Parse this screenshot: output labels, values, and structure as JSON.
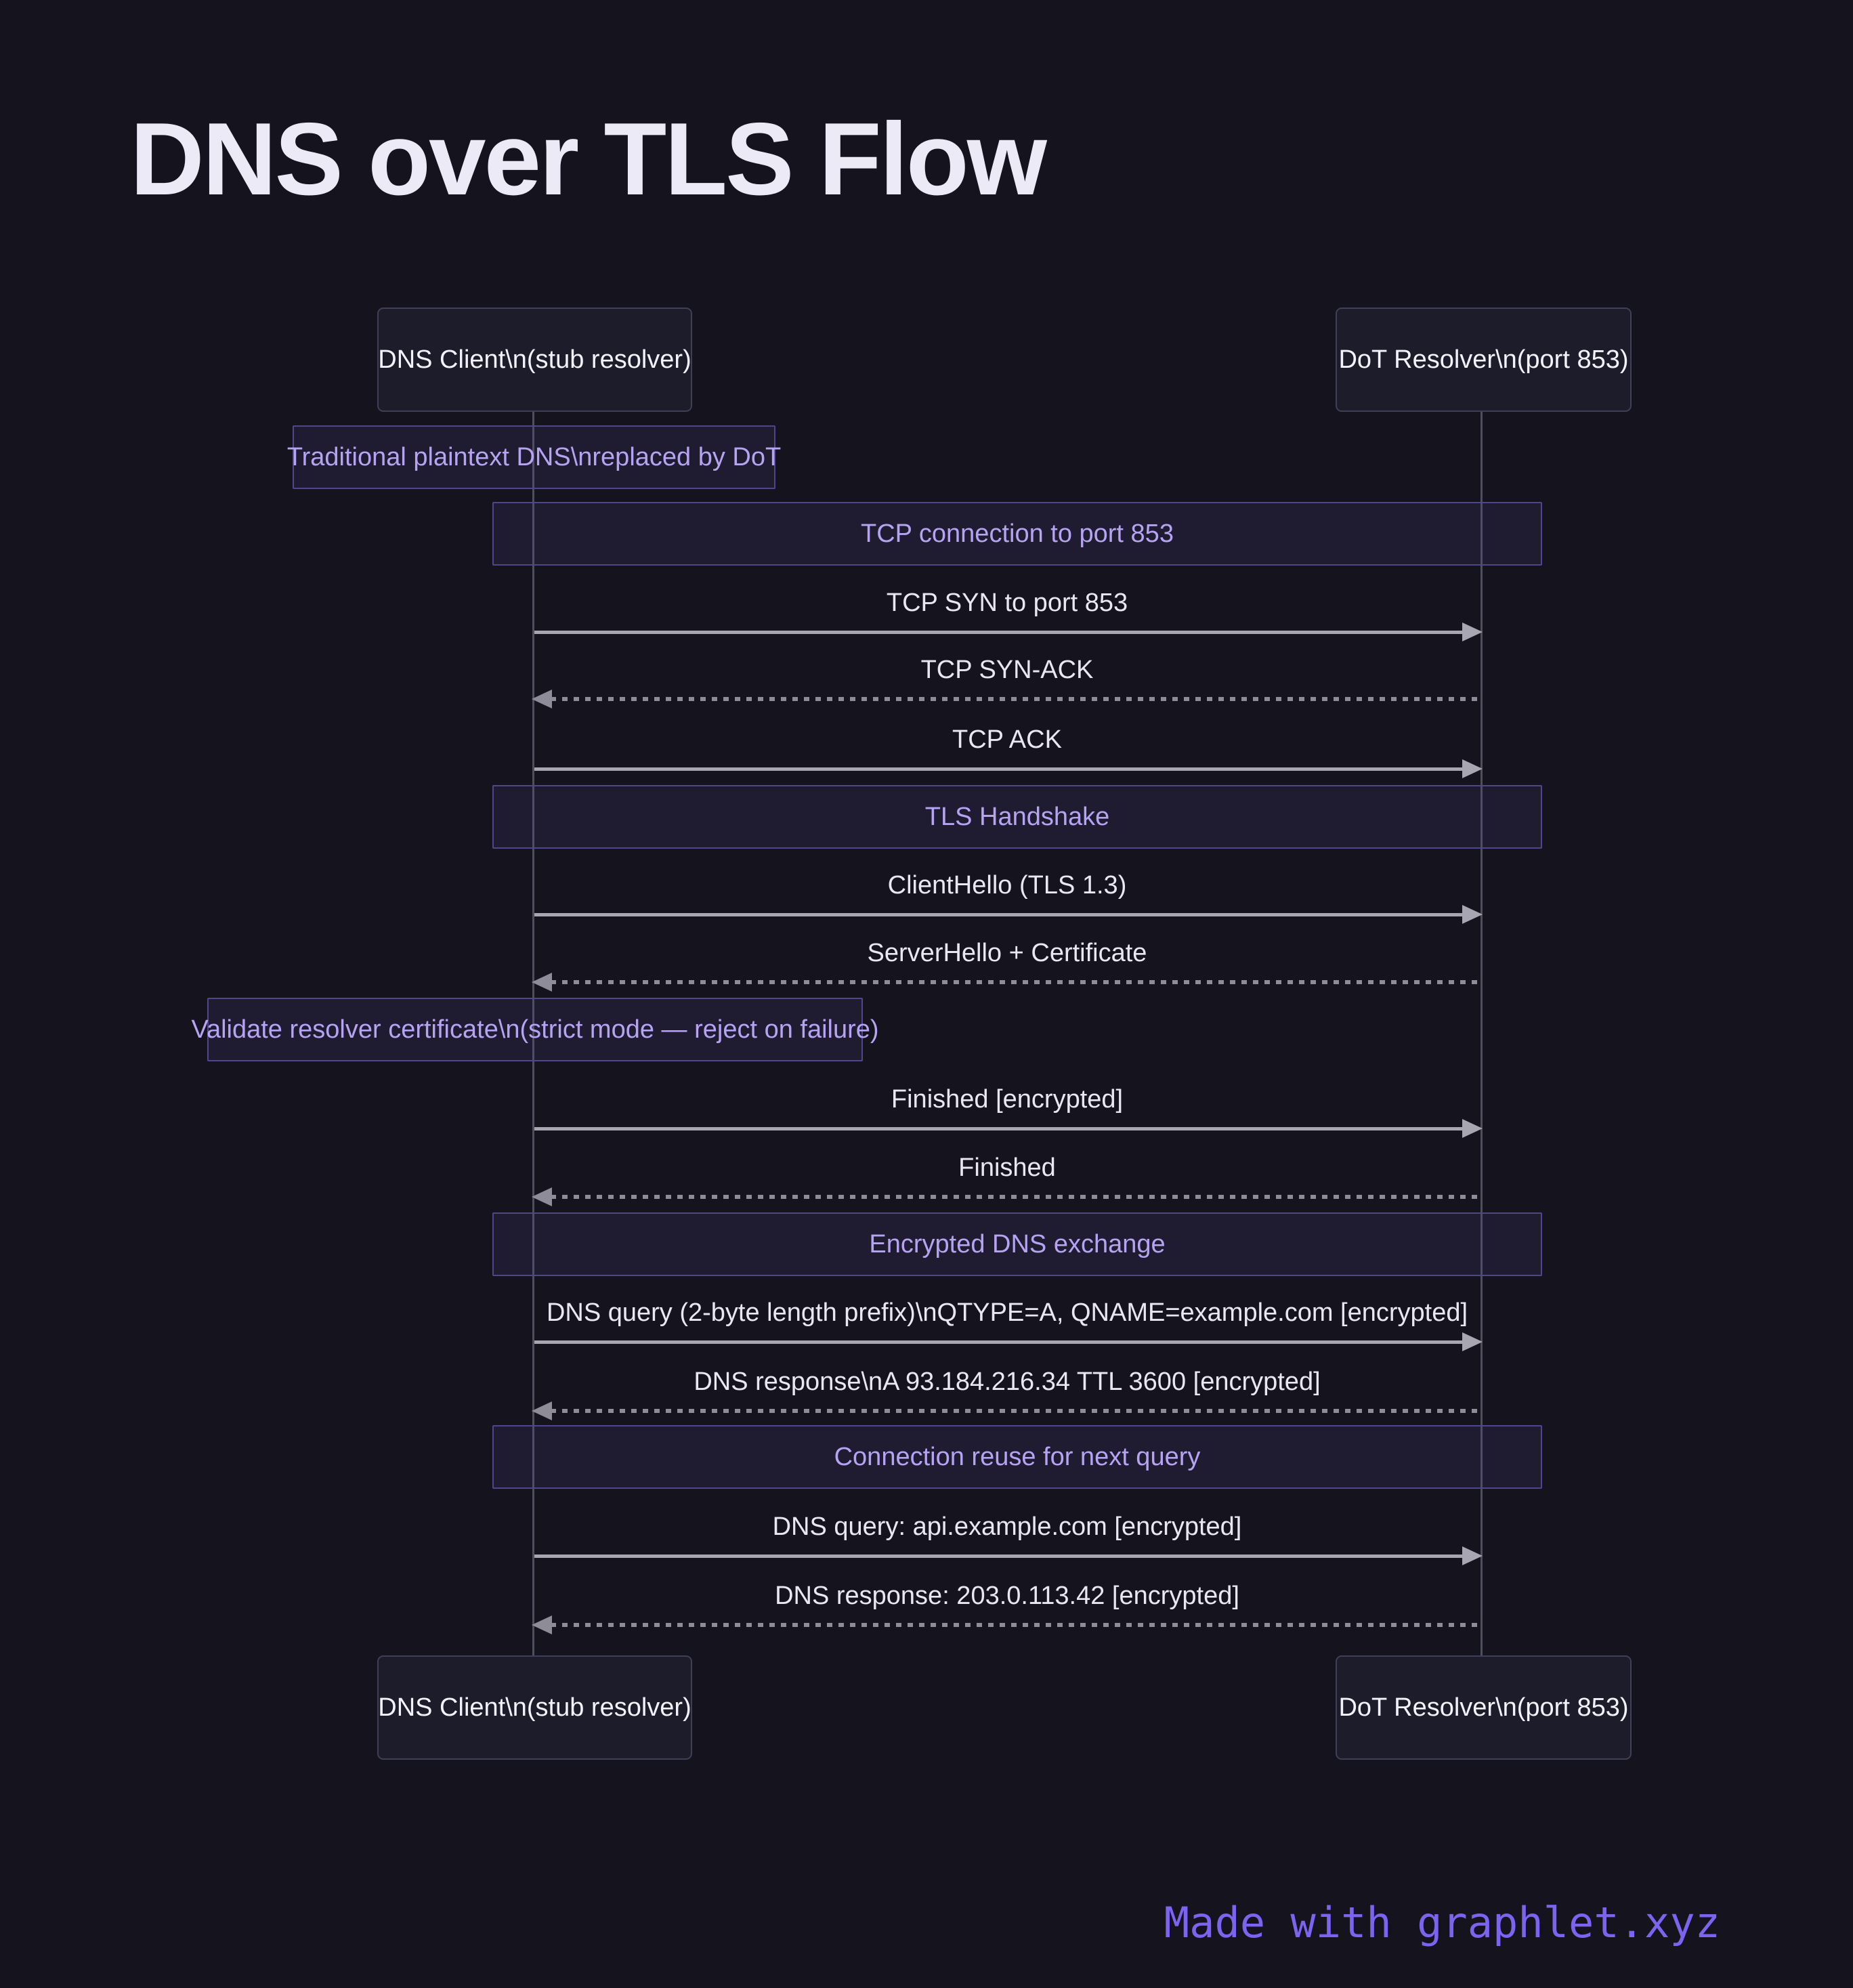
{
  "title": "DNS over TLS Flow",
  "actors": {
    "client": "DNS Client\\n(stub resolver)",
    "resolver": "DoT Resolver\\n(port 853)"
  },
  "notes": [
    {
      "label": "Traditional plaintext DNS\\nreplaced by DoT"
    },
    {
      "label": "Validate resolver certificate\\n(strict mode — reject on failure)"
    }
  ],
  "sections": [
    {
      "label": "TCP connection to port 853"
    },
    {
      "label": "TLS Handshake"
    },
    {
      "label": "Encrypted DNS exchange"
    },
    {
      "label": "Connection reuse for next query"
    }
  ],
  "messages": [
    {
      "label": "TCP SYN to port 853",
      "type": "solid-right"
    },
    {
      "label": "TCP SYN-ACK",
      "type": "dashed-left"
    },
    {
      "label": "TCP ACK",
      "type": "solid-right"
    },
    {
      "label": "ClientHello (TLS 1.3)",
      "type": "solid-right"
    },
    {
      "label": "ServerHello + Certificate",
      "type": "dashed-left"
    },
    {
      "label": "Finished [encrypted]",
      "type": "solid-right"
    },
    {
      "label": "Finished",
      "type": "dashed-left"
    },
    {
      "label": "DNS query (2-byte length prefix)\\nQTYPE=A, QNAME=example.com [encrypted]",
      "type": "solid-right"
    },
    {
      "label": "DNS response\\nA 93.184.216.34 TTL 3600 [encrypted]",
      "type": "dashed-left"
    },
    {
      "label": "DNS query: api.example.com [encrypted]",
      "type": "solid-right"
    },
    {
      "label": "DNS response: 203.0.113.42 [encrypted]",
      "type": "dashed-left"
    }
  ],
  "footer": "Made with graphlet.xyz",
  "colors": {
    "background": "#14131e",
    "title_text": "#edeaf8",
    "accent_purple": "#b6a4f2",
    "panel_border": "#50478a",
    "message_text": "#e9e7f3",
    "arrow_solid": "#a8a6b2",
    "arrow_dashed": "#8e8c98",
    "footer_purple": "#7d64f0"
  }
}
